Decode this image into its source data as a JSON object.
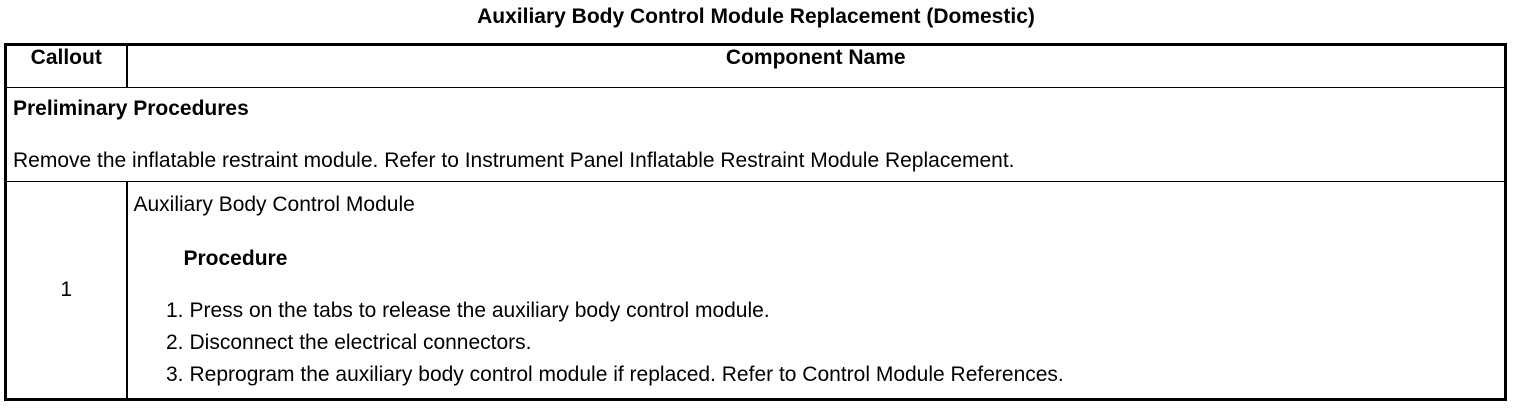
{
  "title": "Auxiliary Body Control Module Replacement (Domestic)",
  "table": {
    "headers": {
      "callout": "Callout",
      "component": "Component Name"
    },
    "preliminary": {
      "title": "Preliminary Procedures",
      "text": "Remove the inflatable restraint module. Refer to Instrument Panel Inflatable Restraint Module Replacement."
    },
    "rows": [
      {
        "callout": "1",
        "component": "Auxiliary Body Control Module",
        "procedure_heading": "Procedure",
        "steps": [
          {
            "num": "1.",
            "text": "Press on the tabs to release the auxiliary body control module."
          },
          {
            "num": "2.",
            "text": "Disconnect the electrical connectors."
          },
          {
            "num": "3.",
            "text": "Reprogram the auxiliary body control module if replaced. Refer to Control Module References."
          }
        ]
      }
    ]
  }
}
